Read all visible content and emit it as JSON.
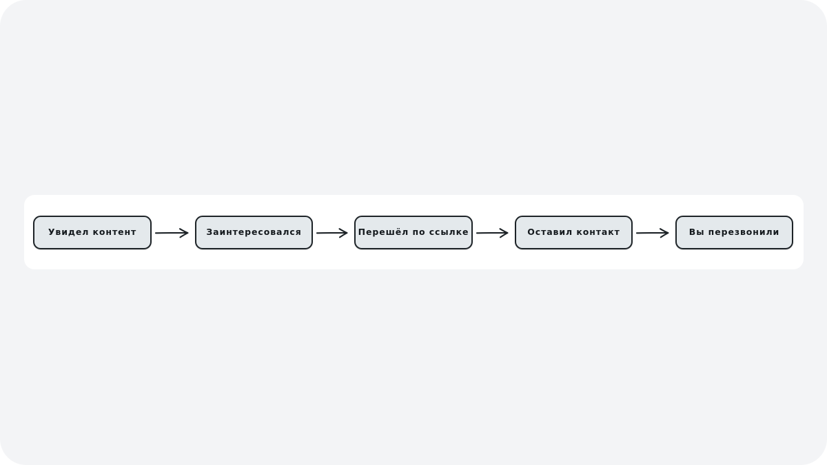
{
  "canvas": {
    "background_color": "#f3f4f6",
    "panel_color": "#ffffff"
  },
  "diagram": {
    "type": "flowchart",
    "orientation": "horizontal",
    "style": "hand-drawn",
    "node_fill_color": "#e4e9ec",
    "node_border_color": "#1d2327",
    "text_color": "#14191d",
    "arrow_color": "#1d2327",
    "nodes": [
      {
        "id": "node-1",
        "label": "Увидел контент"
      },
      {
        "id": "node-2",
        "label": "Заинтересовался"
      },
      {
        "id": "node-3",
        "label": "Перешёл по ссылке"
      },
      {
        "id": "node-4",
        "label": "Оставил контакт"
      },
      {
        "id": "node-5",
        "label": "Вы перезвонили"
      }
    ],
    "connectors": [
      {
        "id": "arrow-1",
        "from": "node-1",
        "to": "node-2",
        "glyph": "arrow-right-icon"
      },
      {
        "id": "arrow-2",
        "from": "node-2",
        "to": "node-3",
        "glyph": "arrow-right-icon"
      },
      {
        "id": "arrow-3",
        "from": "node-3",
        "to": "node-4",
        "glyph": "arrow-right-icon"
      },
      {
        "id": "arrow-4",
        "from": "node-4",
        "to": "node-5",
        "glyph": "arrow-right-icon"
      }
    ]
  }
}
